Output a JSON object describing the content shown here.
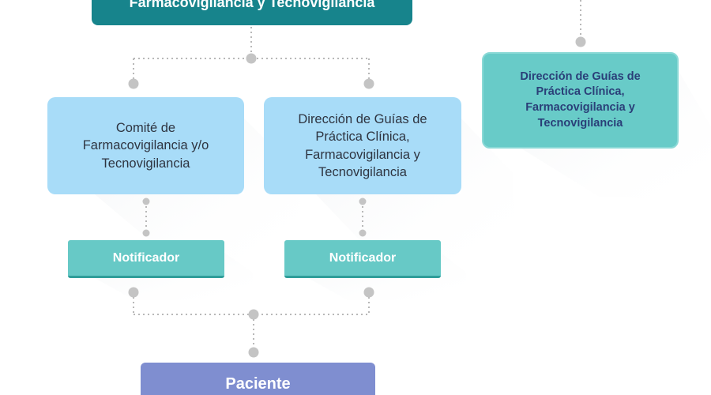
{
  "top_box": {
    "label": "Farmacovigilancia y Tecnovigilancia"
  },
  "left_box": {
    "lines": [
      "Comité de",
      "Farmacovigilancia y/o",
      "Tecnovigilancia"
    ]
  },
  "middle_box": {
    "lines": [
      "Dirección de Guías de",
      "Práctica Clínica,",
      "Farmacovigilancia y",
      "Tecnovigilancia"
    ]
  },
  "right_box": {
    "lines": [
      "Dirección de Guías de",
      "Práctica Clínica,",
      "Farmacovigilancia y",
      "Tecnovigilancia"
    ]
  },
  "notificador_left": {
    "label": "Notificador"
  },
  "notificador_right": {
    "label": "Notificador"
  },
  "paciente": {
    "label": "Paciente"
  },
  "colors": {
    "header": "#17848c",
    "light_blue": "#a8dcf8",
    "teal": "#68cbc8",
    "notificador": "#67c9c6",
    "paciente": "#7f8ed0",
    "connector": "#b8b8b8",
    "node": "#c4c4c4"
  }
}
